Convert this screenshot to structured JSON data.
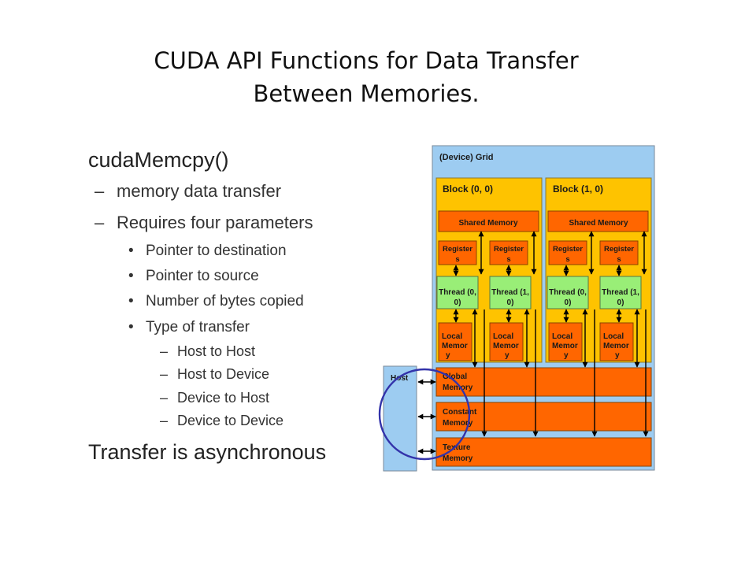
{
  "title": {
    "line1": "CUDA API Functions for Data Transfer",
    "line2": "Between Memories."
  },
  "bullets": {
    "heading": "cudaMemcpy()",
    "item1": "memory data transfer",
    "item2": "Requires four parameters",
    "params": [
      "Pointer to destination",
      "Pointer to source",
      "Number of bytes copied",
      "Type of transfer"
    ],
    "transfer_types": [
      "Host to Host",
      "Host to Device",
      "Device to Host",
      "Device to Device"
    ],
    "footer": "Transfer is asynchronous"
  },
  "diagram": {
    "grid_label": "(Device) Grid",
    "blocks": [
      {
        "label": "Block (0, 0)",
        "shared": "Shared Memory",
        "registers": [
          "Register",
          "Register"
        ],
        "threads": [
          [
            "Thread (0,",
            "0)"
          ],
          [
            "Thread (1,",
            "0)"
          ]
        ],
        "local": [
          [
            "Local",
            "Memor",
            "y"
          ],
          [
            "Local",
            "Memor",
            "y"
          ]
        ]
      },
      {
        "label": "Block (1, 0)",
        "shared": "Shared Memory",
        "registers": [
          "Register",
          "Register"
        ],
        "threads": [
          [
            "Thread (0,",
            "0)"
          ],
          [
            "Thread (1,",
            "0)"
          ]
        ],
        "local": [
          [
            "Local",
            "Memor",
            "y"
          ],
          [
            "Local",
            "Memor",
            "y"
          ]
        ]
      }
    ],
    "register_suffix": "s",
    "host_label": "Host",
    "global_memory": [
      "Global",
      "Memory"
    ],
    "constant_memory": [
      "Constant",
      "Memory"
    ],
    "texture_memory": [
      "Texture",
      "Memory"
    ],
    "colors": {
      "grid": "#9dccf1",
      "block": "#fec300",
      "memory": "#ff6600",
      "thread": "#99ee77",
      "host": "#9dccf1",
      "circle": "#3333aa"
    }
  }
}
